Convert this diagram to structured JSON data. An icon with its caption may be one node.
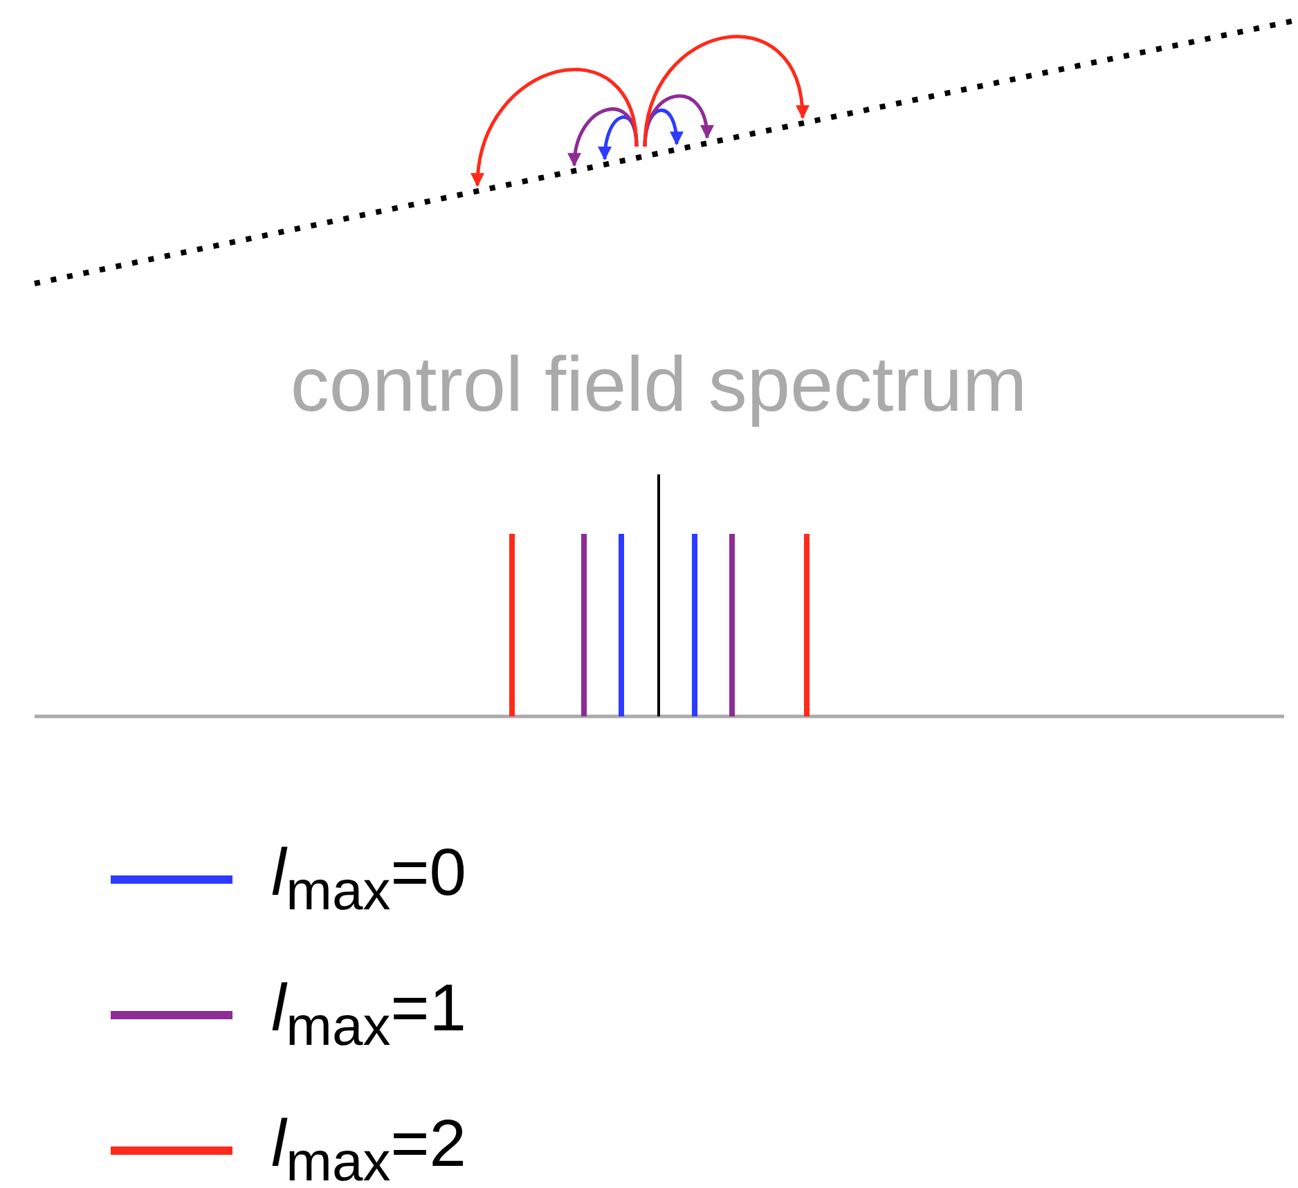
{
  "diagram": {
    "labels": [
      "control field spectrum"
    ],
    "legend": [
      {
        "text": "*l*$_{max}$=0",
        "color": "#2b3bff"
      },
      {
        "text": "*l*$_{max}$=1",
        "color": "#8e2c96"
      },
      {
        "text": "*l*$_{max}$=2",
        "color": "#ff2a1a"
      }
    ]
  }
}
